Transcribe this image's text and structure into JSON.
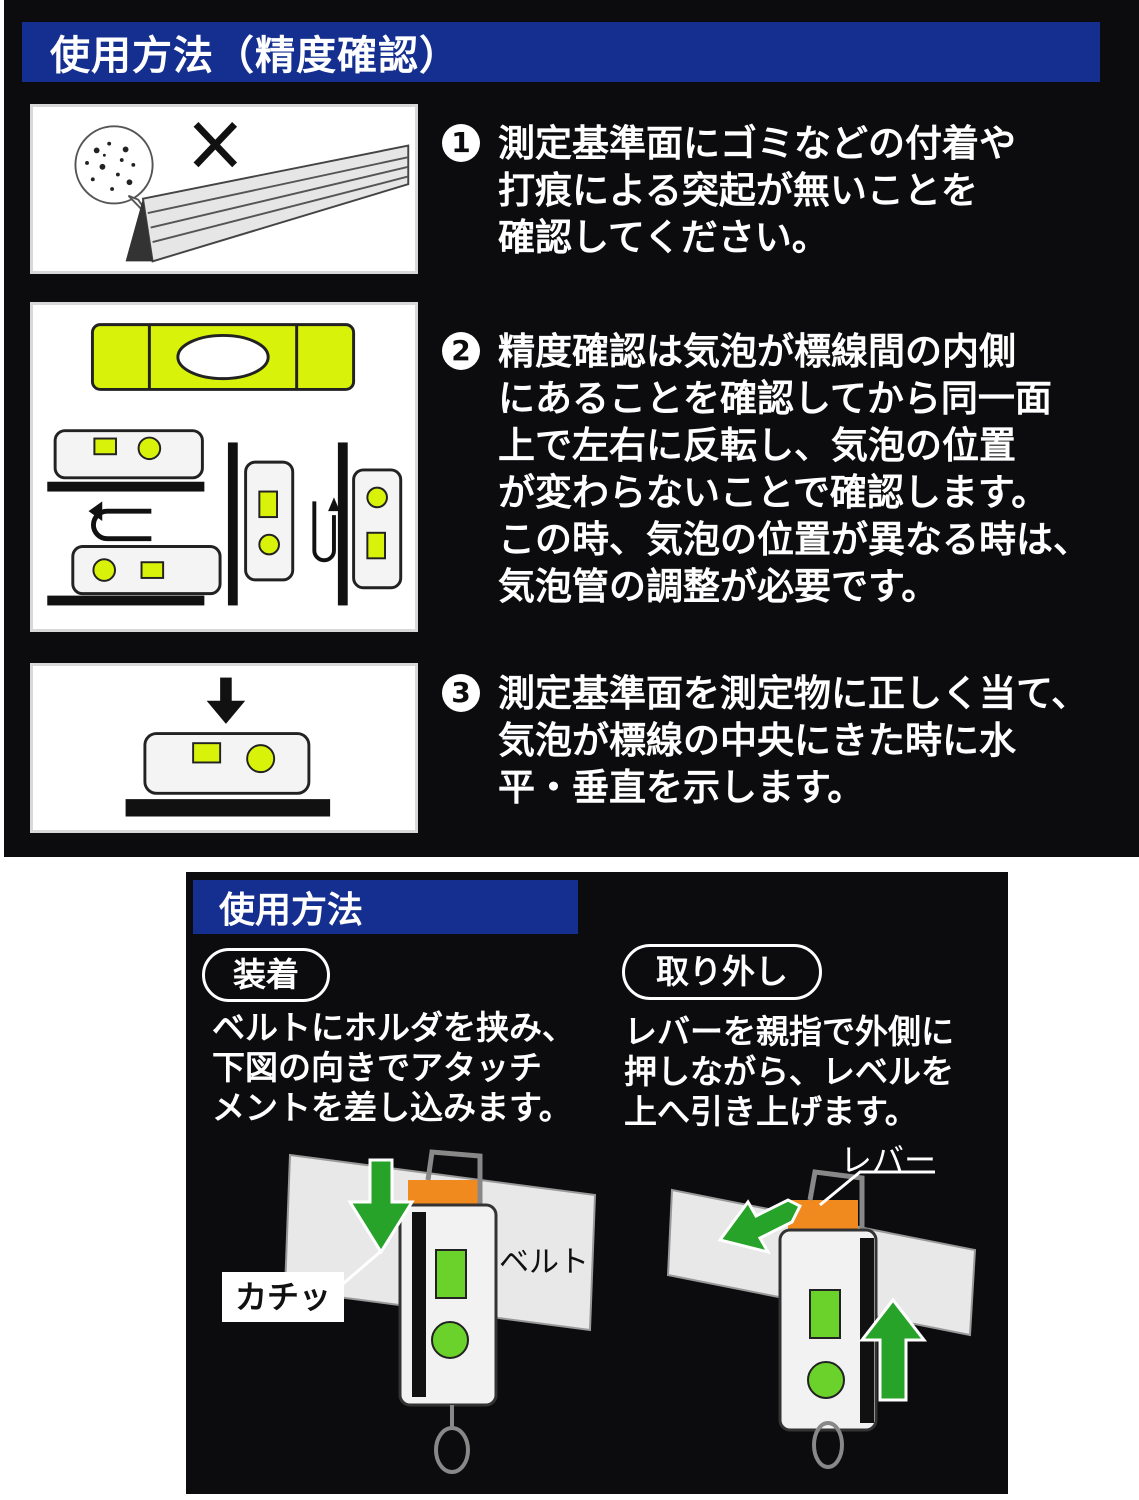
{
  "precision_section": {
    "header": "使用方法（精度確認）",
    "steps": [
      {
        "number": "1",
        "text": "測定基準面にゴミなどの付着や\n打痕による突起が無いことを\n確認してください。"
      },
      {
        "number": "2",
        "text": "精度確認は気泡が標線間の内側\nにあることを確認してから同一面\n上で左右に反転し、気泡の位置\nが変わらないことで確認します。\nこの時、気泡の位置が異なる時は、\n気泡管の調整が必要です。"
      },
      {
        "number": "3",
        "text": "測定基準面を測定物に正しく当て、\n気泡が標線の中央にきた時に水\n平・垂直を示します。"
      }
    ]
  },
  "usage_section": {
    "header": "使用方法",
    "attach": {
      "title": "装着",
      "text": "ベルトにホルダを挟み、\n下図の向きでアタッチ\nメントを差し込みます。",
      "click_label": "カチッ",
      "belt_label": "ベルト"
    },
    "remove": {
      "title": "取り外し",
      "text": "レバーを親指で外側に\n押しながら、レベルを\n上へ引き上げます。",
      "lever_label": "レバー"
    }
  },
  "colors": {
    "header_blue": "#142f8f",
    "panel_black": "#0c0b0d",
    "vial_yellow": "#d9f20a",
    "arrow_green": "#27a32a",
    "lever_orange": "#f08a1e"
  }
}
